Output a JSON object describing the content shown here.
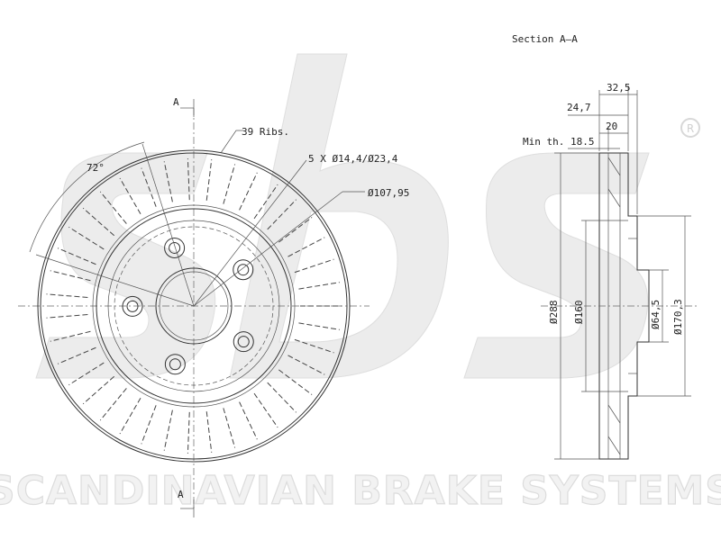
{
  "drawing": {
    "section_title": "Section A–A",
    "section_marker": "A",
    "labels": {
      "ribs": "39 Ribs.",
      "angle": "72°",
      "bolt_holes": "5 X Ø14,4/Ø23,4",
      "pcd": "Ø107,95",
      "width_total": "32,5",
      "width_hat": "24,7",
      "width_disc": "20",
      "min_thickness": "Min th. 18.5",
      "dia_outer": "Ø288",
      "dia_inner": "Ø160",
      "dia_center": "Ø64,5",
      "dia_hat": "Ø170,3"
    },
    "rib_count": 39,
    "bolt_count": 5
  },
  "watermark": {
    "logo_text": "sbs",
    "registered_mark": "R",
    "company_name": "SCANDINAVIAN BRAKE SYSTEMS",
    "color": "#e6e6e6"
  }
}
